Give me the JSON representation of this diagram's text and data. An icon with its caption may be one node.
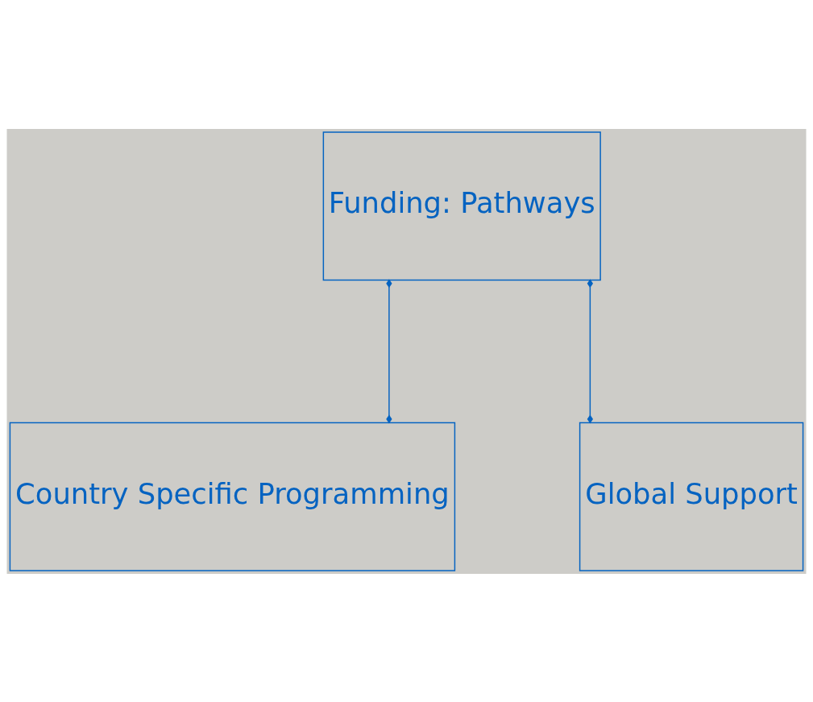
{
  "diagram": {
    "nodes": [
      {
        "text": [
          "Funding: Pathways"
        ]
      },
      {
        "text": [
          "Country Specific Programming"
        ]
      },
      {
        "text": [
          "Global Support"
        ]
      }
    ],
    "edges": [
      {
        "from": 0,
        "to": 1,
        "arrow": "other"
      },
      {
        "from": 0,
        "to": 2,
        "arrow": "other"
      }
    ]
  }
}
